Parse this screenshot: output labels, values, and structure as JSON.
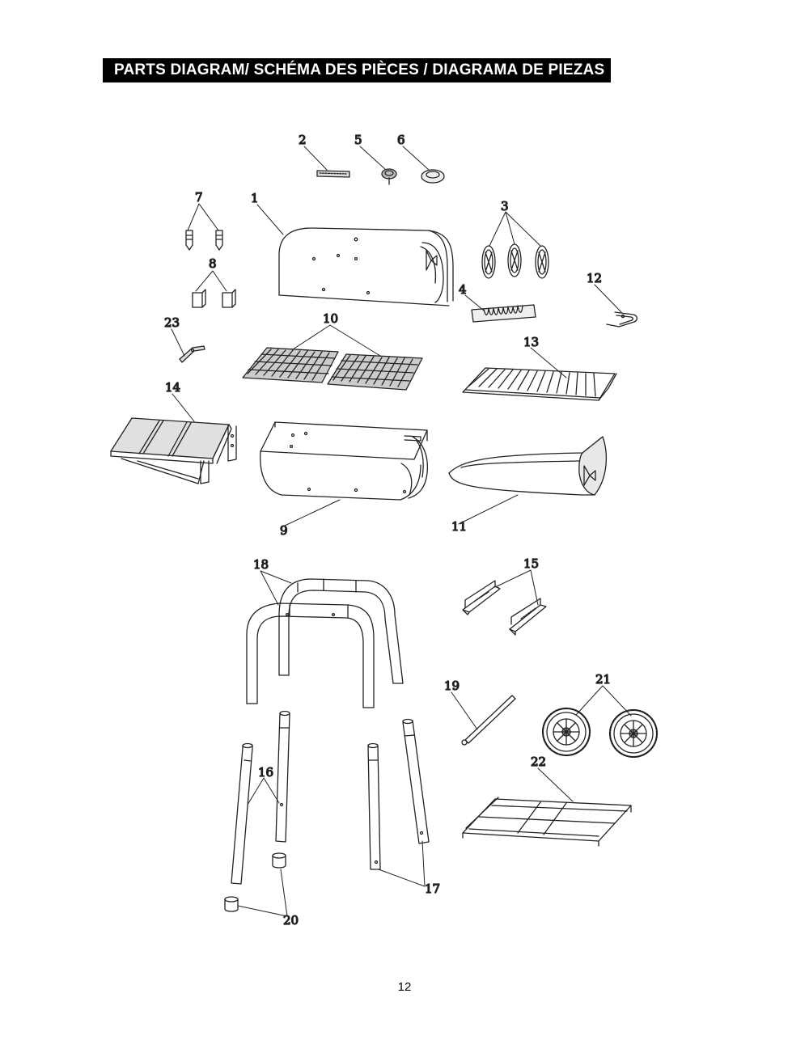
{
  "title": "PARTS DIAGRAM/ SCHÉMA DES PIÈCES / DIAGRAMA DE PIEZAS",
  "page_number": "12",
  "callouts": {
    "c1": "1",
    "c2": "2",
    "c3": "3",
    "c4": "4",
    "c5": "5",
    "c6": "6",
    "c7": "7",
    "c8": "8",
    "c9": "9",
    "c10": "10",
    "c11": "11",
    "c12": "12",
    "c13": "13",
    "c14": "14",
    "c15": "15",
    "c16": "16",
    "c17": "17",
    "c18": "18",
    "c19": "19",
    "c20": "20",
    "c21": "21",
    "c22": "22",
    "c23": "23"
  }
}
